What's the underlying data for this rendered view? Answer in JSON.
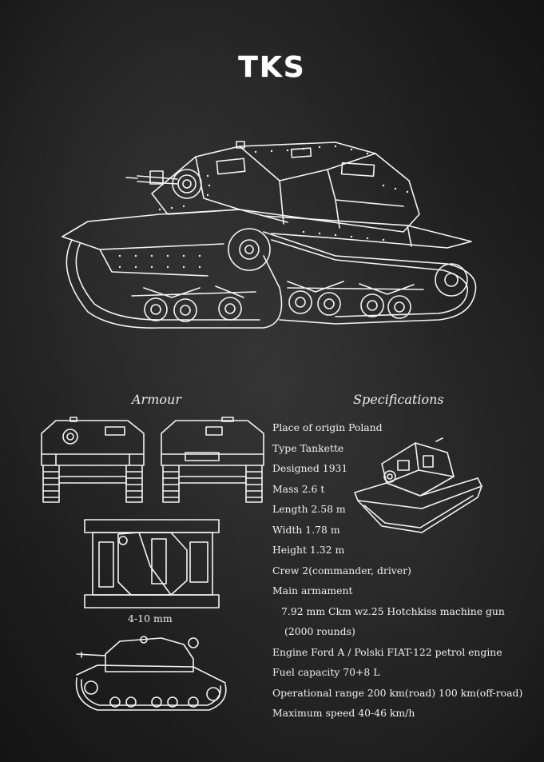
{
  "title": "TKS",
  "sections": {
    "armour_heading": "Armour",
    "specs_heading": "Specifications",
    "armour_thickness": "4-10 mm"
  },
  "specifications": [
    {
      "id": "origin",
      "text": "Place of origin Poland"
    },
    {
      "id": "type",
      "text": "Type Tankette"
    },
    {
      "id": "designed",
      "text": "Designed 1931"
    },
    {
      "id": "mass",
      "text": "Mass 2.6 t"
    },
    {
      "id": "length",
      "text": "Length 2.58 m"
    },
    {
      "id": "width",
      "text": "Width 1.78 m"
    },
    {
      "id": "height",
      "text": "Height 1.32 m"
    },
    {
      "id": "crew",
      "text": "Crew 2(commander, driver)"
    },
    {
      "id": "armament",
      "text": "Main armament"
    },
    {
      "id": "armament_detail",
      "text": "7.92 mm Ckm wz.25 Hotchkiss machine gun"
    },
    {
      "id": "armament_rounds",
      "text": "(2000 rounds)"
    },
    {
      "id": "engine",
      "text": "Engine Ford A / Polski FIAT-122 petrol engine"
    },
    {
      "id": "fuel",
      "text": "Fuel capacity 70+8 L"
    },
    {
      "id": "range",
      "text": "Operational range 200 km(road) 100 km(off-road)"
    },
    {
      "id": "speed",
      "text": "Maximum speed 40-46 km/h"
    }
  ],
  "colors": {
    "background": "#1e1e1e",
    "line": "#f4f4f4"
  }
}
